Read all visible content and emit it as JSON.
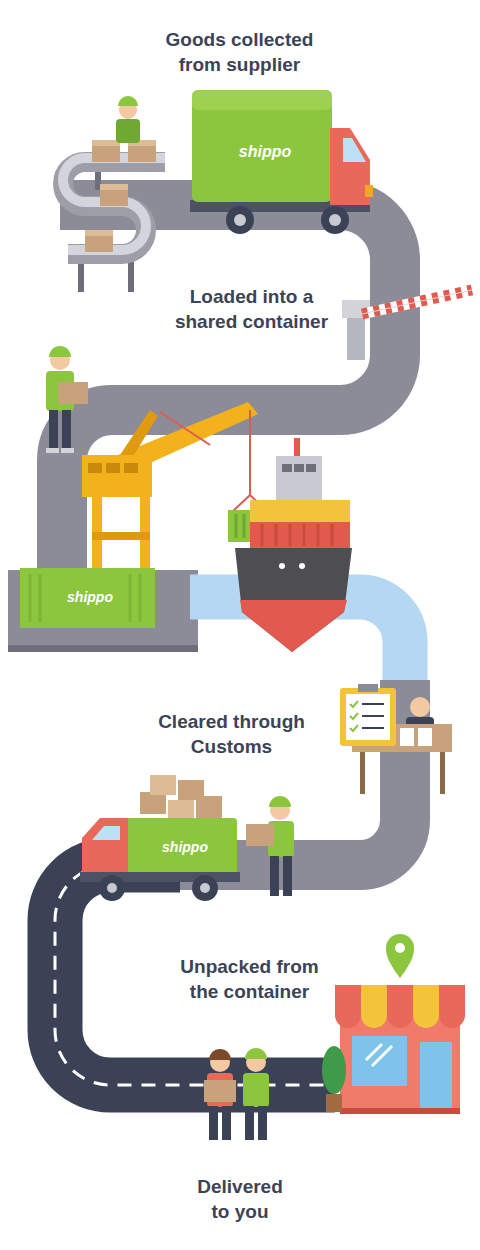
{
  "diagram": {
    "labels": [
      "Goods collected from supplier",
      "shippo",
      "Loaded into a shared container",
      "shippo",
      "Cleared through Customs",
      "shippo",
      "Unpacked from the container",
      "Delivered to you"
    ]
  }
}
